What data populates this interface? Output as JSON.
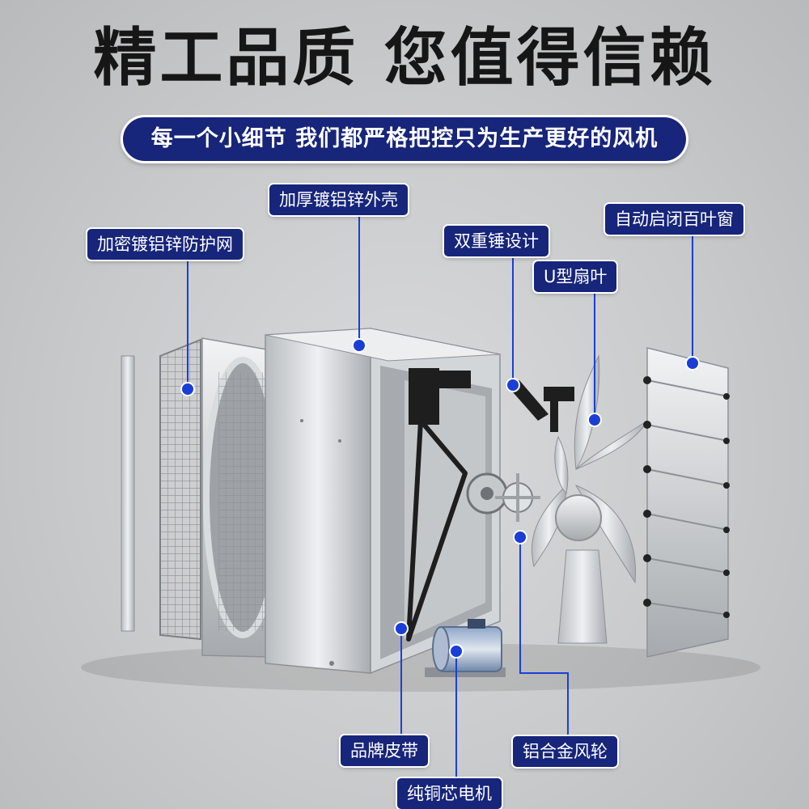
{
  "header": {
    "title": "精工品质 您值得信赖",
    "subtitle": "每一个小细节  我们都严格把控只为生产更好的风机"
  },
  "labels": {
    "shell": "加厚镀铝锌外壳",
    "mesh": "加密镀铝锌防护网",
    "hammer": "双重锤设计",
    "blade": "U型扇叶",
    "louver": "自动启闭百叶窗",
    "belt": "品牌皮带",
    "wheel": "铝合金风轮",
    "motor": "纯铜芯电机"
  },
  "colors": {
    "label_bg": "#17257a",
    "marker": "#1b3fd6",
    "background": "#c9cacb",
    "title": "#161616"
  }
}
